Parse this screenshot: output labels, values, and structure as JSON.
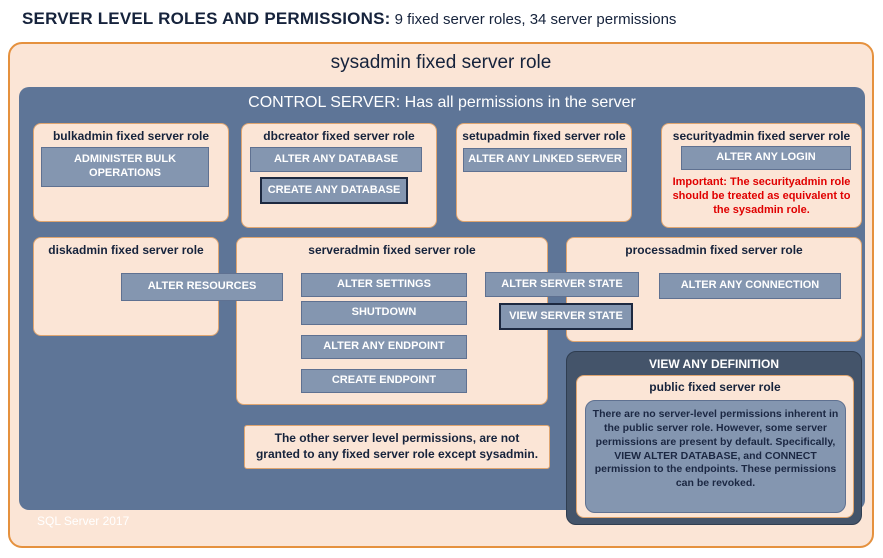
{
  "header": {
    "title_bold": "SERVER LEVEL ROLES AND PERMISSIONS:",
    "title_rest": " 9 fixed server roles, 34 server permissions"
  },
  "sysadmin": {
    "label": "sysadmin fixed server role"
  },
  "control": {
    "label": "CONTROL SERVER: Has all permissions in the server"
  },
  "roles": {
    "bulkadmin": {
      "title": "bulkadmin fixed server role",
      "perm": "ADMINISTER BULK OPERATIONS"
    },
    "dbcreator": {
      "title": "dbcreator fixed server role",
      "perm_outer": "ALTER ANY DATABASE",
      "perm_inner": "CREATE ANY DATABASE"
    },
    "setupadmin": {
      "title": "setupadmin fixed server role",
      "perm": "ALTER ANY LINKED SERVER"
    },
    "securityadmin": {
      "title": "securityadmin fixed server role",
      "perm": "ALTER ANY LOGIN",
      "warning": "Important: The securityadmin role should be treated as equivalent to the sysadmin role."
    },
    "diskadmin": {
      "title": "diskadmin fixed server role",
      "perm": "ALTER RESOURCES"
    },
    "serveradmin": {
      "title": "serveradmin fixed server role",
      "perms": [
        "ALTER SETTINGS",
        "SHUTDOWN",
        "ALTER ANY ENDPOINT",
        "CREATE ENDPOINT"
      ],
      "shared_outer": "ALTER SERVER STATE",
      "shared_inner": "VIEW SERVER STATE"
    },
    "processadmin": {
      "title": "processadmin fixed server role",
      "perm": "ALTER ANY CONNECTION"
    }
  },
  "note": {
    "text": "The other server level permissions, are not granted to any fixed server role except sysadmin."
  },
  "view_any_definition": {
    "label": "VIEW ANY DEFINITION"
  },
  "public_role": {
    "title": "public fixed server role",
    "body": "There are no server-level permissions inherent in the public server role. However, some server permissions are present by default. Specifically, VIEW ALTER DATABASE, and CONNECT permission to the endpoints. These permissions can be revoked."
  },
  "footer": {
    "text": "SQL Server 2017"
  },
  "colors": {
    "peach": "#FBE5D6",
    "orange_border": "#E5913E",
    "inner_border": "#DFA570",
    "slate_blue": "#5E7597",
    "button_fill": "#8496B0",
    "button_border": "#5F7191",
    "dark_slate": "#44546A",
    "warning_red": "#E00000",
    "ink": "#16233C"
  }
}
